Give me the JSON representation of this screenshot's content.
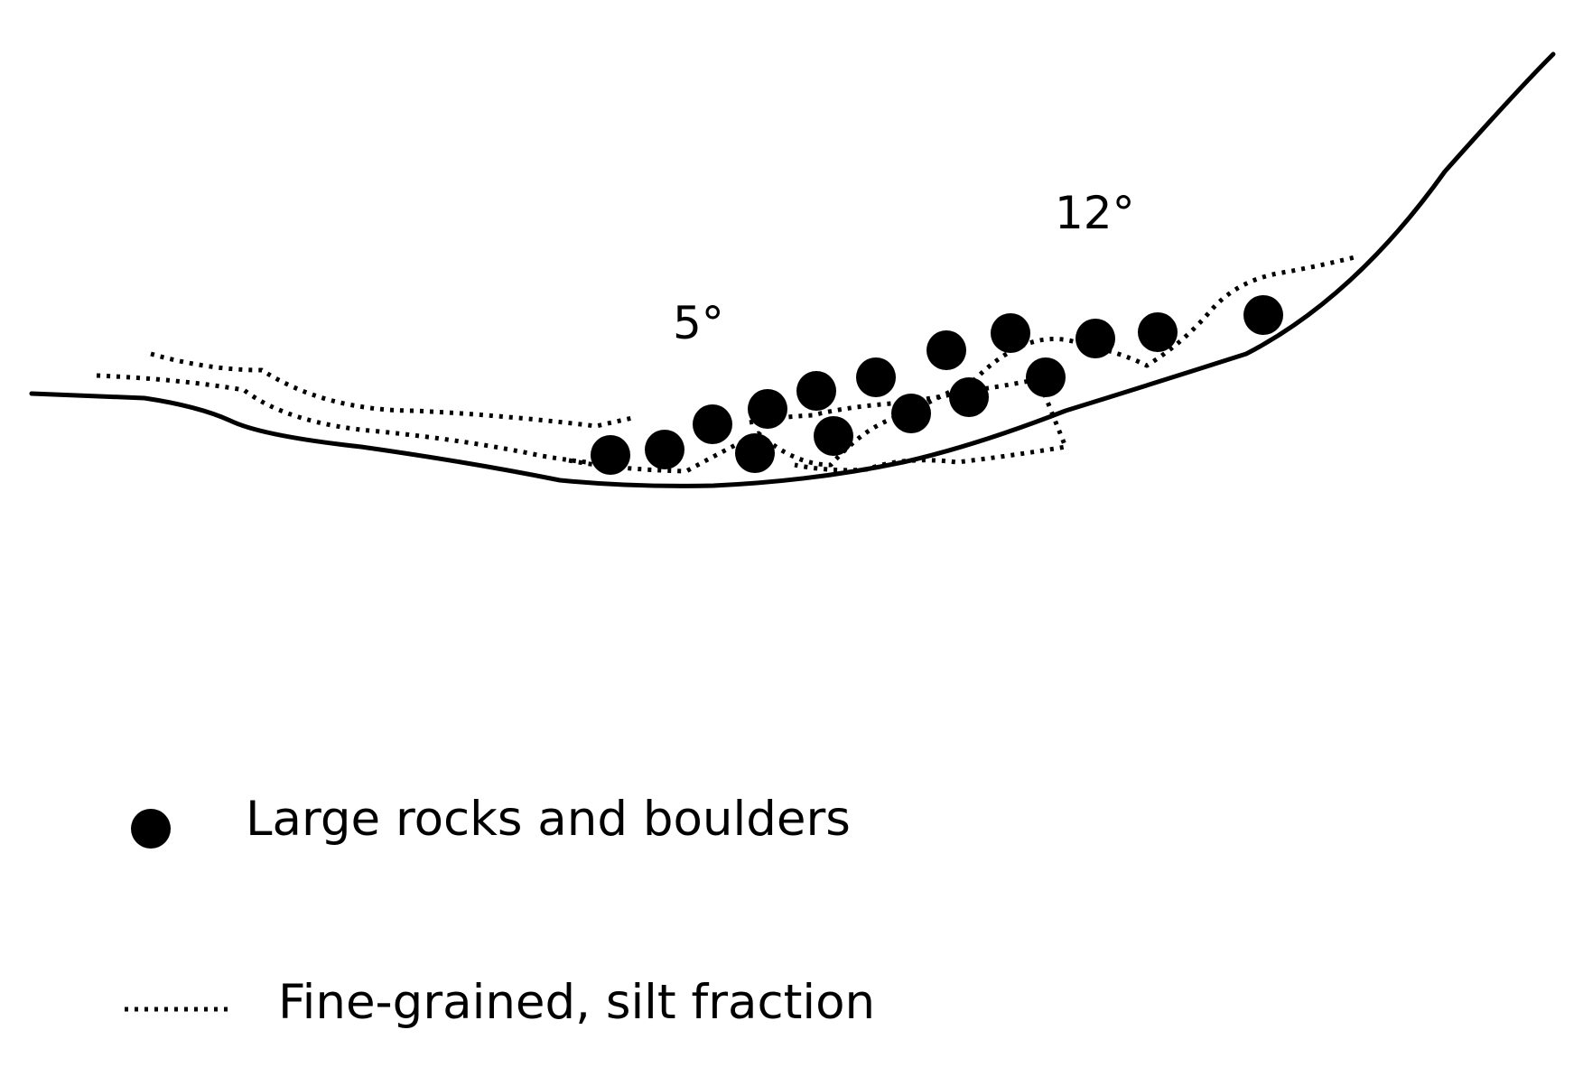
{
  "diagram": {
    "angles": {
      "lower": "5°",
      "upper": "12°"
    },
    "legend": {
      "boulders_label": "Large rocks and boulders",
      "silt_label": "Fine-grained, silt fraction"
    },
    "colors": {
      "ink": "#000000",
      "background": "#ffffff"
    }
  }
}
